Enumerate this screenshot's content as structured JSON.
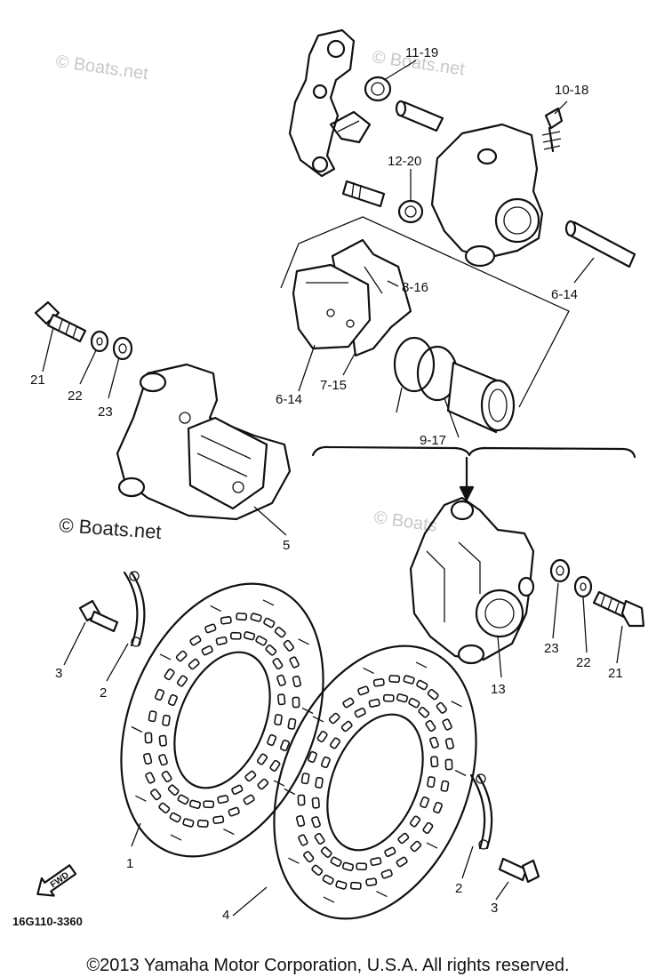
{
  "watermarks": [
    "© Boats.net",
    "© Boats.net",
    "© Boats.net",
    "© Boats"
  ],
  "part_numbers": [
    "11-19",
    "10-18",
    "12-20",
    "8-16",
    "6-14",
    "6-14",
    "7-15",
    "9-17",
    "21",
    "22",
    "23",
    "5",
    "23",
    "22",
    "21",
    "13",
    "3",
    "2",
    "1",
    "4",
    "2",
    "3"
  ],
  "drawing_code": "16G110-3360",
  "forward_label": "FWD",
  "copyright": "©2013 Yamaha Motor Corporation, U.S.A. All rights reserved."
}
